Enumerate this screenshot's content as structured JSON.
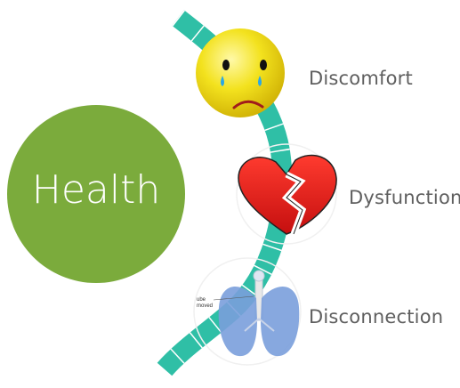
{
  "center": {
    "label": "Health"
  },
  "stages": [
    {
      "label": "Discomfort",
      "icon": "sad-face-icon"
    },
    {
      "label": "Dysfunction",
      "icon": "broken-heart-icon"
    },
    {
      "label": "Disconnection",
      "icon": "lungs-icon"
    }
  ],
  "lungs_note": {
    "line1": "ube",
    "line2": "moved"
  },
  "colors": {
    "health_circle": "#7bab3c",
    "path": "#2fbfa6",
    "path_divider": "#ffffff",
    "face": "#f3e21e",
    "heart": "#e02020",
    "lungs": "#7a9fdb",
    "label": "#5f5f5f"
  }
}
